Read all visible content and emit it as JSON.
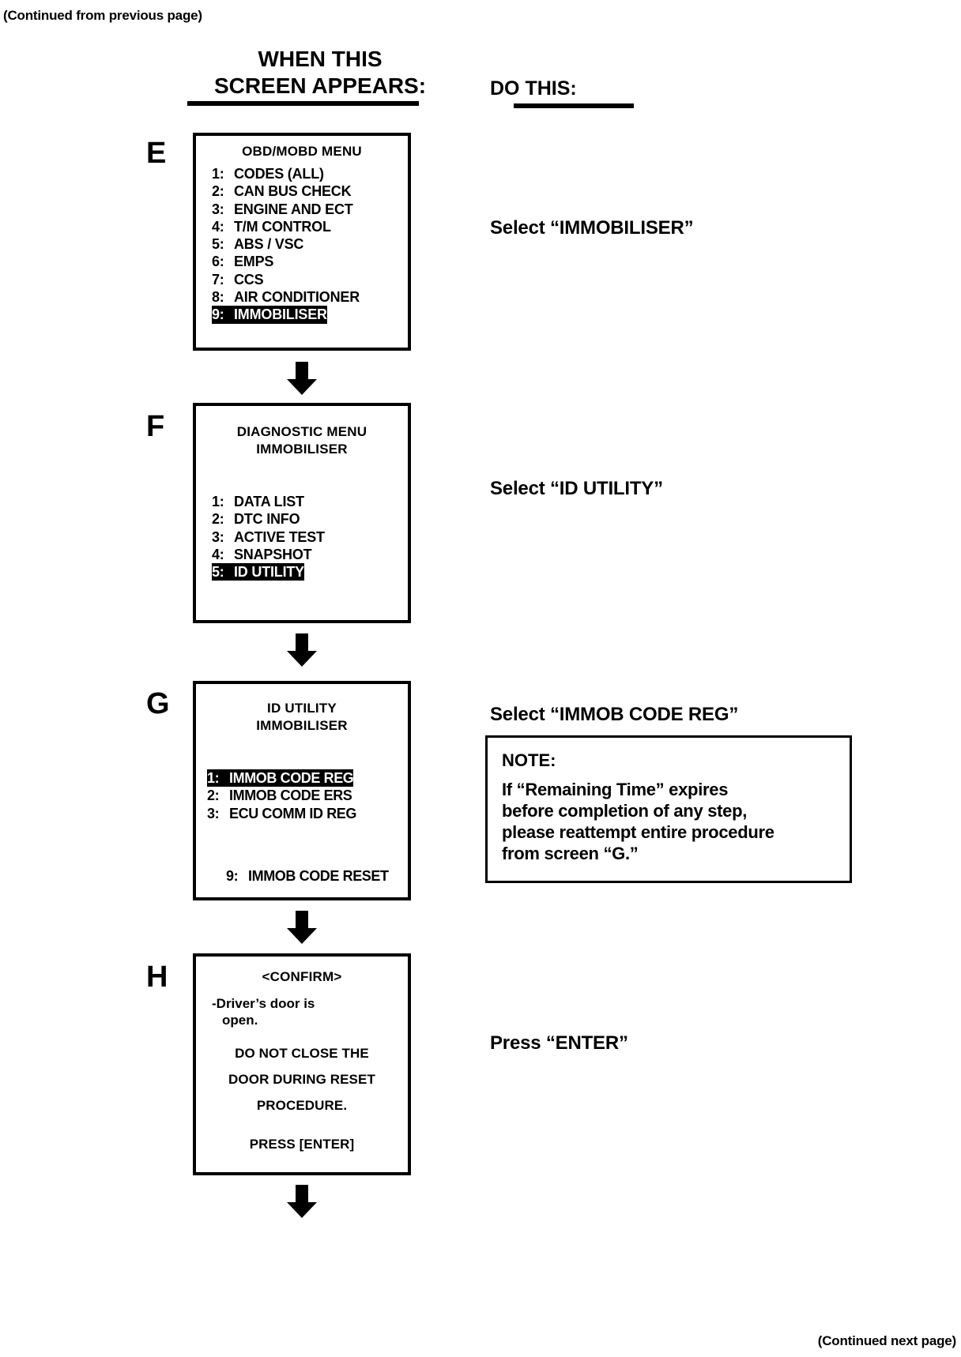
{
  "page": {
    "continued_top": "(Continued from previous page)",
    "continued_bottom": "(Continued next page)"
  },
  "headers": {
    "when_line1": "WHEN THIS",
    "when_line2": "SCREEN APPEARS:",
    "do_this": "DO THIS:"
  },
  "steps": [
    {
      "letter": "E",
      "screen": {
        "title_lines": [
          "OBD/MOBD MENU"
        ],
        "items": [
          {
            "num": "1:",
            "label": "CODES (ALL)",
            "highlighted": false
          },
          {
            "num": "2:",
            "label": "CAN BUS CHECK",
            "highlighted": false
          },
          {
            "num": "3:",
            "label": "ENGINE AND ECT",
            "highlighted": false
          },
          {
            "num": "4:",
            "label": "T/M CONTROL",
            "highlighted": false
          },
          {
            "num": "5:",
            "label": "ABS / VSC",
            "highlighted": false
          },
          {
            "num": "6:",
            "label": "EMPS",
            "highlighted": false
          },
          {
            "num": "7:",
            "label": "CCS",
            "highlighted": false
          },
          {
            "num": "8:",
            "label": "AIR CONDITIONER",
            "highlighted": false
          },
          {
            "num": "9:",
            "label": "IMMOBILISER",
            "highlighted": true
          }
        ]
      },
      "instruction": "Select “IMMOBILISER”"
    },
    {
      "letter": "F",
      "screen": {
        "title_lines": [
          "DIAGNOSTIC MENU",
          "IMMOBILISER"
        ],
        "items": [
          {
            "num": "1:",
            "label": "DATA LIST",
            "highlighted": false
          },
          {
            "num": "2:",
            "label": "DTC INFO",
            "highlighted": false
          },
          {
            "num": "3:",
            "label": "ACTIVE TEST",
            "highlighted": false
          },
          {
            "num": "4:",
            "label": "SNAPSHOT",
            "highlighted": false
          },
          {
            "num": "5:",
            "label": "ID UTILITY",
            "highlighted": true
          }
        ]
      },
      "instruction": "Select “ID UTILITY”"
    },
    {
      "letter": "G",
      "screen": {
        "title_lines": [
          "ID UTILITY",
          "IMMOBILISER"
        ],
        "items": [
          {
            "num": "1:",
            "label": "IMMOB CODE REG",
            "highlighted": true
          },
          {
            "num": "2:",
            "label": "IMMOB CODE ERS",
            "highlighted": false
          },
          {
            "num": "3:",
            "label": "ECU COMM ID REG",
            "highlighted": false
          }
        ],
        "tail_item": {
          "num": "9:",
          "label": "IMMOB CODE RESET"
        }
      },
      "instruction": "Select “IMMOB CODE REG”"
    },
    {
      "letter": "H",
      "screen": {
        "confirm_title": "<CONFIRM>",
        "door_status_line1": "-Driver’s door is",
        "door_status_line2": "open.",
        "caps_line1": "DO NOT CLOSE THE",
        "caps_line2": "DOOR DURING RESET",
        "caps_line3": "PROCEDURE.",
        "caps_line4": "PRESS [ENTER]"
      },
      "instruction": "Press “ENTER”"
    }
  ],
  "note": {
    "title": "NOTE:",
    "line1": "If “Remaining Time” expires",
    "line2": "before completion of any step,",
    "line3": "please reattempt entire procedure",
    "line4": "from screen “G.”"
  },
  "colors": {
    "ink": "#000000",
    "paper": "#ffffff",
    "highlight_bg": "#000000",
    "highlight_fg": "#ffffff"
  },
  "icons": {
    "flow_arrow": "down-arrow-icon"
  }
}
